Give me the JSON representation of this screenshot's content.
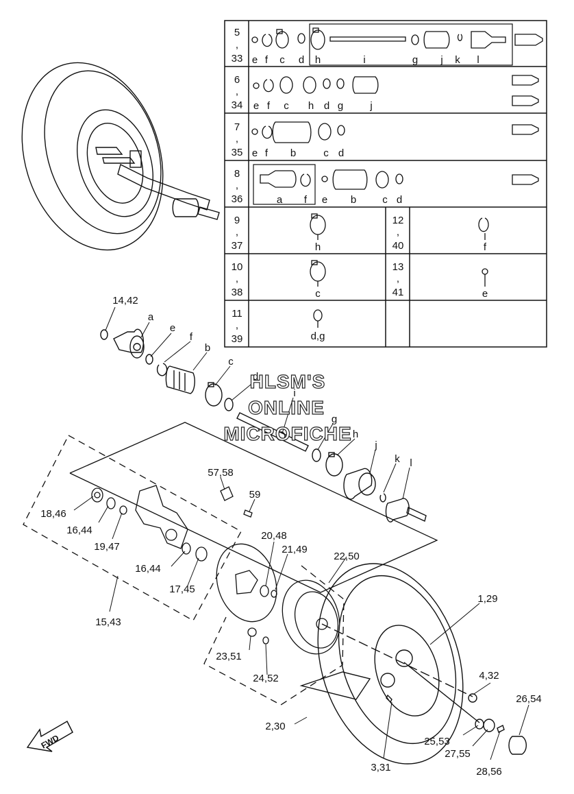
{
  "watermark": {
    "line1": "HLSM'S",
    "line2": "ONLINE",
    "line3": "MICROFICHE"
  },
  "direction_marker": "FWD",
  "table": {
    "rows": [
      {
        "id": "5,33",
        "parts": [
          "e",
          "f",
          "c",
          "d",
          "h",
          "i",
          "g",
          "j",
          "k",
          "l"
        ]
      },
      {
        "id": "6,34",
        "parts": [
          "e",
          "f",
          "c",
          "h",
          "d",
          "g",
          "j"
        ]
      },
      {
        "id": "7,35",
        "parts": [
          "e",
          "f",
          "b",
          "c",
          "d"
        ]
      },
      {
        "id": "8,36",
        "parts": [
          "a",
          "f",
          "e",
          "b",
          "c",
          "d"
        ]
      },
      {
        "id": "9,37",
        "parts": [
          "h"
        ],
        "id2": "12,40",
        "parts2": [
          "f"
        ]
      },
      {
        "id": "10,38",
        "parts": [
          "c"
        ],
        "id2": "13,41",
        "parts2": [
          "e"
        ]
      },
      {
        "id": "11,39",
        "parts": [
          "d,g"
        ]
      }
    ]
  },
  "callouts": [
    "14,42",
    "a",
    "e",
    "f",
    "b",
    "c",
    "d",
    "i",
    "g",
    "h",
    "j",
    "k",
    "l",
    "57,58",
    "59",
    "18,46",
    "16,44",
    "19,47",
    "16,44",
    "17,45",
    "15,43",
    "20,48",
    "21,49",
    "22,50",
    "23,51",
    "24,52",
    "1,29",
    "4,32",
    "26,54",
    "2,30",
    "25,53",
    "27,55",
    "3,31",
    "28,56"
  ]
}
